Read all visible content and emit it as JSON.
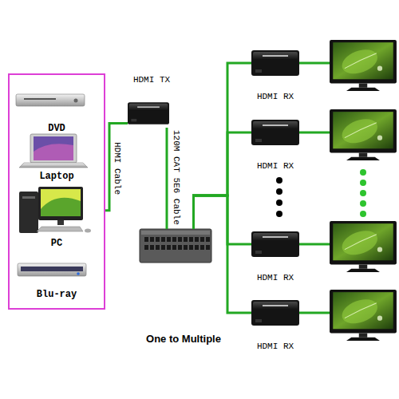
{
  "diagram": {
    "caption": "One to Multiple",
    "nodes": [
      {
        "text": []
      },
      {
        "text": [
          "DVD"
        ],
        "in": 0
      },
      {
        "text": [
          "Laptop"
        ],
        "in": 0
      },
      {
        "text": [
          "PC"
        ],
        "in": 0
      },
      {
        "text": [
          "Blu-ray"
        ],
        "in": 0
      },
      {
        "text": [
          "HDMI TX"
        ]
      },
      {
        "text": []
      },
      {
        "text": [
          "HDMI RX"
        ]
      },
      {
        "text": [
          "HDMI RX"
        ]
      },
      {
        "text": [
          "HDMI RX"
        ]
      },
      {
        "text": [
          "HDMI RX"
        ]
      }
    ],
    "edges": [
      {
        "from": 0,
        "to": 5,
        "label": "HDMI Cable",
        "arrow": "none"
      },
      {
        "from": 5,
        "to": 6,
        "label": "120M CAT 5E6 Cable",
        "arrow": "none"
      },
      {
        "from": 6,
        "to": 7,
        "arrow": "none"
      },
      {
        "from": 6,
        "to": 8,
        "arrow": "none"
      },
      {
        "from": 6,
        "to": 9,
        "arrow": "none"
      },
      {
        "from": 6,
        "to": 10,
        "arrow": "none"
      }
    ]
  }
}
